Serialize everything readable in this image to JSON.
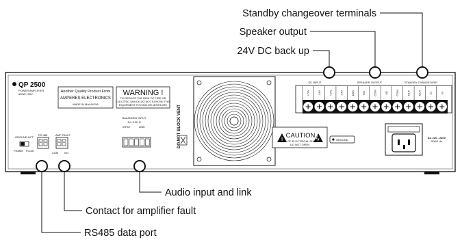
{
  "callouts": {
    "standby": "Standby changeover terminals",
    "speaker": "Speaker output",
    "dc_backup": "24V DC back up",
    "audio": "Audio input and link",
    "fault": "Contact for amplifier fault",
    "rs485": "RS485 data port"
  },
  "panel": {
    "model": "QP 2500",
    "subtitle": "POWER AMPLIFIER",
    "rating": "500W  100V",
    "brand_line1": "Another Quality Product From",
    "brand_line2": "AMPERES ELECTRONICS",
    "brand_line3": "MADE IN MALAYSIA",
    "warning_title": "WARNING !",
    "warning_line1": "TO REDUCE THE RISK OF FIRE OR",
    "warning_line2": "ELECTRIC SHOCK DO NOT EXPOSE THIS",
    "warning_line3": "EQUIPMENT TO RAIN OR MOISTURE",
    "balanced_title": "BALANCED INPUT",
    "balanced_sub": "1V / 10K Ω",
    "input_label": "INPUT",
    "link_label": "LINK",
    "do_not_block": "DO NOT BLOCK VENT",
    "dc_input": "DC INPUT",
    "speaker_output": "SPEAKER OUTPUT",
    "standby_changeover": "STANDBY CHANGEOVER",
    "caution_title": "CAUTION",
    "caution_line1": "RISK OF ELECTRICAL SHOCK",
    "caution_line2": "DO NOT OPEN",
    "ground": "GROUND",
    "ac_line1": "AC 220 - 240V",
    "ac_line2": "50/60 Hz",
    "ground_lift": "GROUND LIFT",
    "rs485": "RS 485",
    "amp_fault": "AMP FAULT",
    "com": "COM",
    "no": "NO",
    "frame": "FRAME",
    "float": "FLOAT",
    "terminal_labels": [
      "+24V",
      "-24V",
      "+24V",
      "-24V",
      "100V",
      "70V",
      "COM",
      "4Ω",
      "COM",
      "OUT",
      "OUT",
      "IN",
      "IN"
    ]
  }
}
